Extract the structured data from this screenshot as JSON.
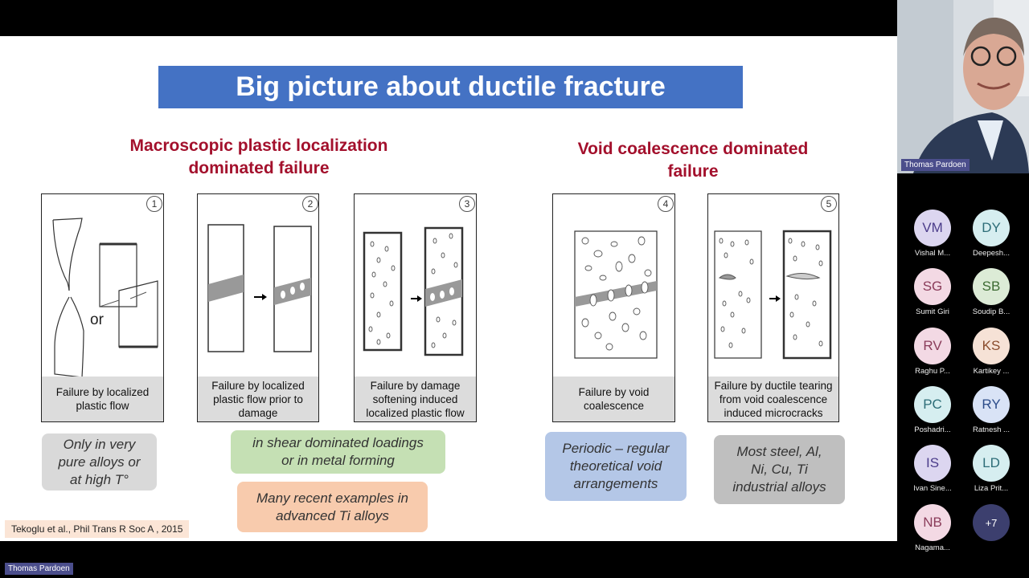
{
  "slide": {
    "title": "Big picture about ductile fracture",
    "left_header": [
      "Macroscopic plastic localization",
      "dominated failure"
    ],
    "right_header": [
      "Void coalescence dominated",
      "failure"
    ],
    "panels": [
      {
        "num": "1",
        "caption": [
          "Failure by localized",
          "plastic flow"
        ],
        "or_label": "or"
      },
      {
        "num": "2",
        "caption": [
          "Failure by localized",
          "plastic flow prior to",
          "damage"
        ]
      },
      {
        "num": "3",
        "caption": [
          "Failure by damage",
          "softening induced",
          "localized plastic flow"
        ]
      },
      {
        "num": "4",
        "caption": [
          "Failure by void",
          "coalescence"
        ]
      },
      {
        "num": "5",
        "caption": [
          "Failure by ductile tearing",
          "from void coalescence",
          "induced microcracks"
        ]
      }
    ],
    "notes": {
      "pure_alloys": [
        "Only in very",
        "pure alloys or",
        "at high T°"
      ],
      "shear": [
        "in shear dominated loadings",
        "or in metal forming"
      ],
      "ti_alloys": [
        "Many recent examples in",
        "advanced Ti alloys"
      ],
      "periodic": [
        "Periodic – regular",
        "theoretical void",
        "arrangements"
      ],
      "steel": [
        "Most steel, Al,",
        "Ni, Cu, Ti",
        "industrial alloys"
      ]
    },
    "citation": "Tekoglu et al., Phil Trans R Soc A , 2015"
  },
  "meeting": {
    "speaker_name": "Thomas Pardoen",
    "bottom_name": "Thomas Pardoen",
    "participants": [
      {
        "initials": "VM",
        "name": "Vishal M...",
        "bg": "#dcd6f0",
        "fg": "#4b3c8a"
      },
      {
        "initials": "DY",
        "name": "Deepesh...",
        "bg": "#d6eef0",
        "fg": "#2d6d78"
      },
      {
        "initials": "SG",
        "name": "Sumit Giri",
        "bg": "#f3d9e4",
        "fg": "#8a3c5a"
      },
      {
        "initials": "SB",
        "name": "Soudip B...",
        "bg": "#dcebd6",
        "fg": "#3d6b32"
      },
      {
        "initials": "RV",
        "name": "Raghu P...",
        "bg": "#f3d9e4",
        "fg": "#8a3c5a"
      },
      {
        "initials": "KS",
        "name": "Kartikey ...",
        "bg": "#f6e2d6",
        "fg": "#8a4c2d"
      },
      {
        "initials": "PC",
        "name": "Poshadri...",
        "bg": "#d6eef0",
        "fg": "#2d6d78"
      },
      {
        "initials": "RY",
        "name": "Ratnesh ...",
        "bg": "#d9e3f6",
        "fg": "#2d4d8a"
      },
      {
        "initials": "IS",
        "name": "Ivan Sine...",
        "bg": "#dcd6f0",
        "fg": "#4b3c8a"
      },
      {
        "initials": "LD",
        "name": "Liza Prit...",
        "bg": "#d6eef0",
        "fg": "#2d6d78"
      },
      {
        "initials": "NB",
        "name": "Nagama...",
        "bg": "#f3d9e4",
        "fg": "#8a3c5a"
      }
    ],
    "more_count": "+7"
  }
}
